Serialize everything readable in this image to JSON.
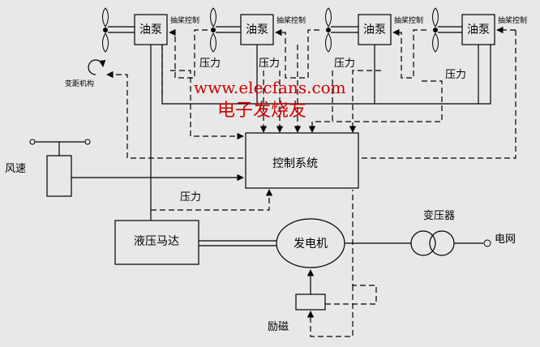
{
  "oil_pump": "油泵",
  "pitch_control": "抽桨控制",
  "pitch_mechanism": "变距机构",
  "pressure": "压力",
  "wind_speed": "风速",
  "control_system": "控制系统",
  "hydraulic_motor": "液压马达",
  "generator": "发电机",
  "transformer": "变压器",
  "grid": "电网",
  "excitation": "励磁",
  "watermark_url": "www.elecfans.com",
  "watermark_cn": "电子发烧友",
  "colors": {
    "background": "#e8e8e8",
    "line": "#000000",
    "watermark": "#cc0000"
  }
}
